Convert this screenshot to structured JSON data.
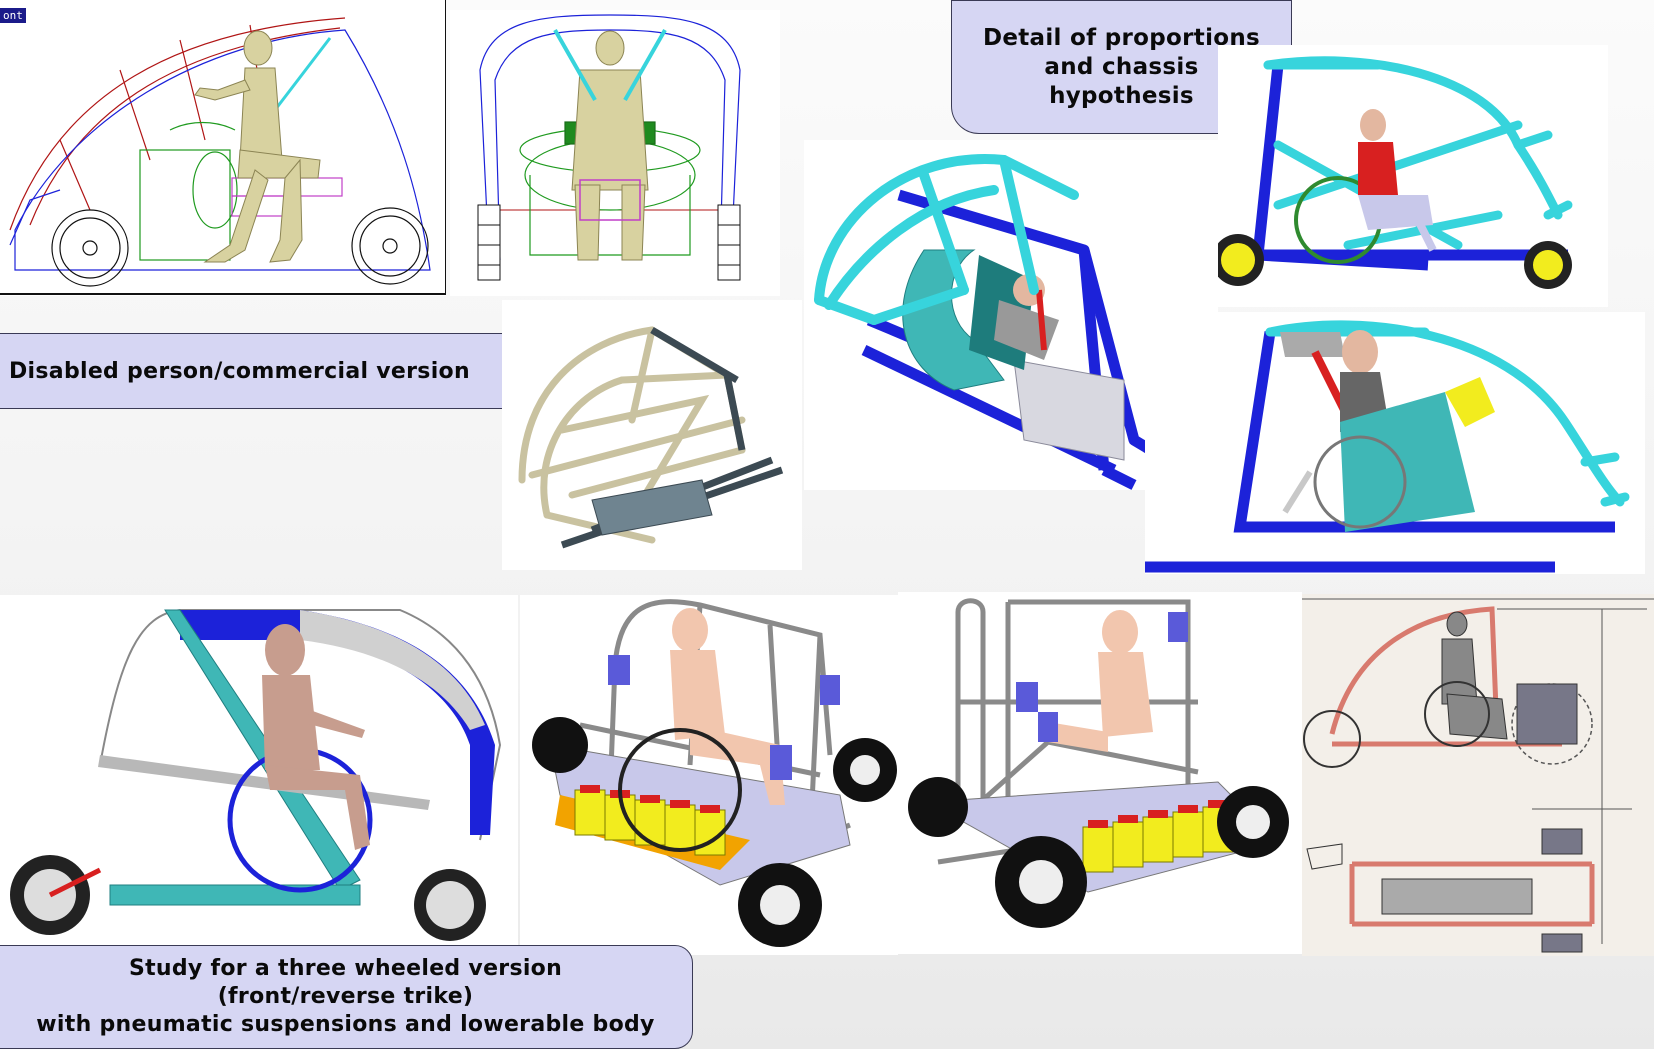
{
  "labels": {
    "top_left_tag": "ont",
    "detail_callout": {
      "line1": "Detail of proportions",
      "line2": "and chassis",
      "line3": "hypothesis"
    },
    "disabled_callout": "Disabled person/commercial version",
    "trike_callout": {
      "line1": "Study for a three wheeled version",
      "line2": "(front/reverse trike)",
      "line3": "with pneumatic suspensions and lowerable body"
    }
  },
  "colors": {
    "callout_bg": "#d6d6f3",
    "frame_cyan": "#37d4dc",
    "chassis_blue": "#1c22d9",
    "figure_skin": "#e3b7a0",
    "battery_yellow": "#f2ec1e",
    "wire_red": "#b01515",
    "wire_green": "#1f9a1f",
    "wire_khaki": "#b8ae6c"
  }
}
